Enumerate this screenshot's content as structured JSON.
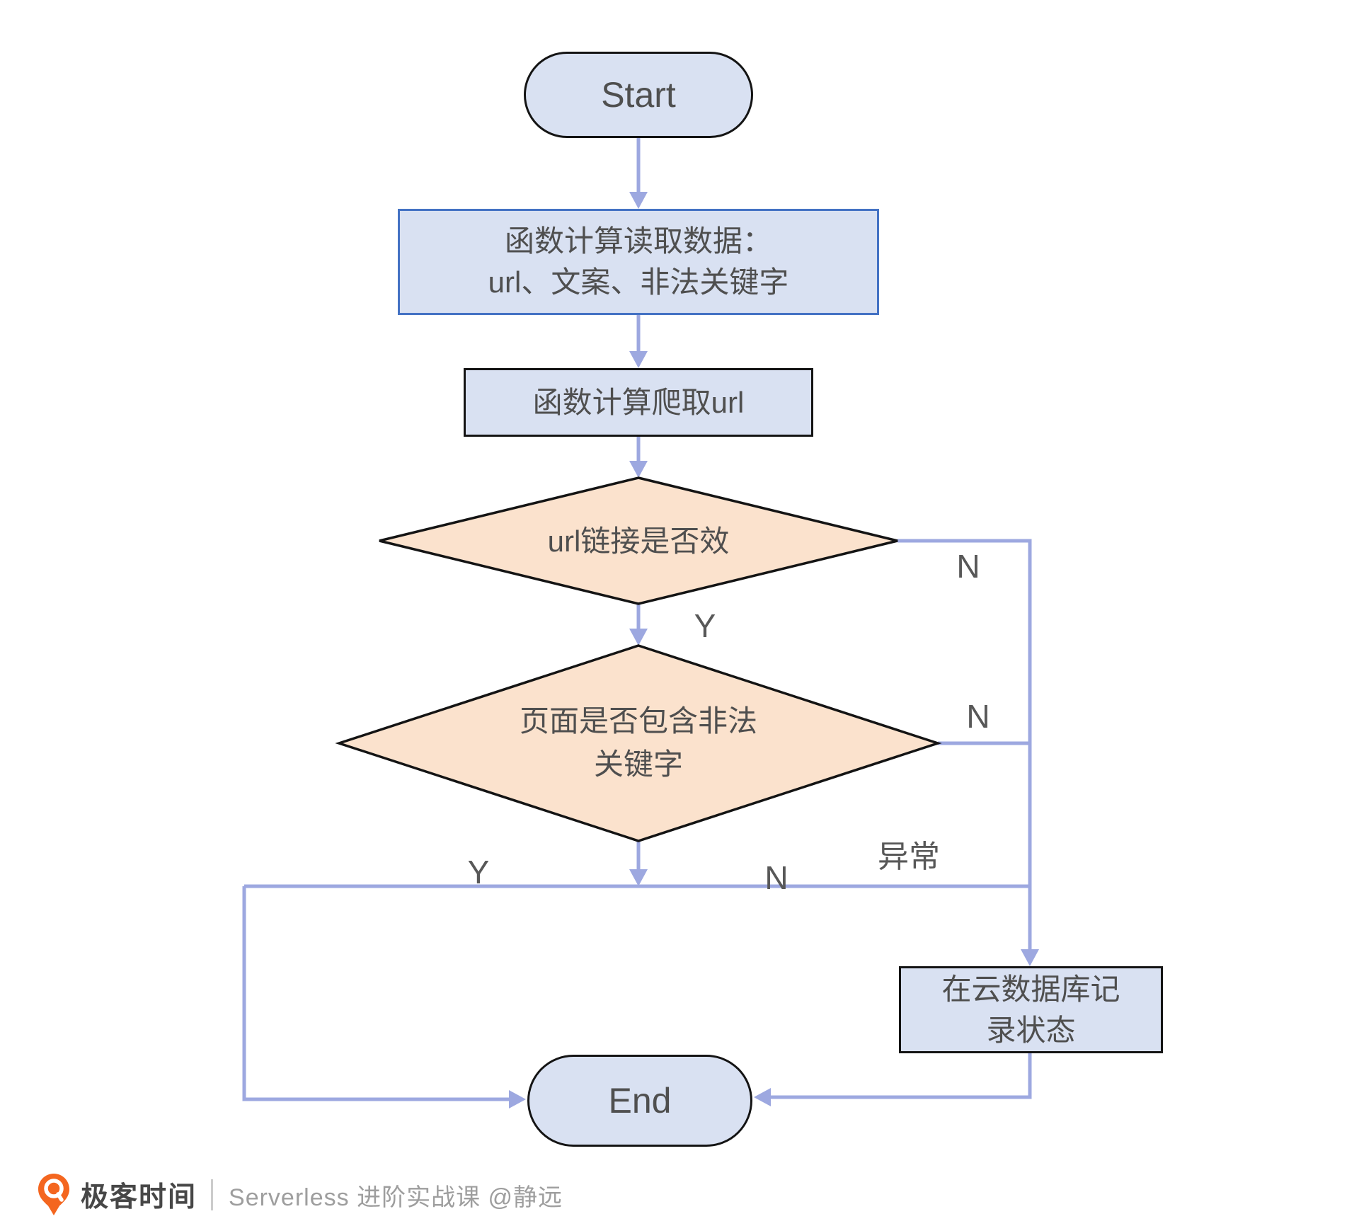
{
  "diagram_title": "serverless-crawl-check-flowchart",
  "nodes": {
    "start": {
      "label": "Start"
    },
    "read_data": {
      "lines": [
        "函数计算读取数据：",
        "url、文案、非法关键字"
      ]
    },
    "crawl_url": {
      "label": "函数计算爬取url"
    },
    "url_valid_decision": {
      "label": "url链接是否效"
    },
    "illegal_keyword_decision": {
      "lines": [
        "页面是否包含非法",
        "关键字"
      ]
    },
    "record_status": {
      "lines": [
        "在云数据库记",
        "录状态"
      ]
    },
    "end": {
      "label": "End"
    }
  },
  "edge_labels": {
    "url_valid_no": "N",
    "url_valid_yes": "Y",
    "illegal_no_right": "N",
    "join_yes": "Y",
    "join_no": "N",
    "exception": "异常"
  },
  "footer": {
    "brand": "极客时间",
    "course": "Serverless 进阶实战课 @静远"
  },
  "colors": {
    "connector": "#9da8e0",
    "process_fill": "#d9e1f2",
    "decision_fill": "#fbe2cd",
    "process_highlight_border": "#4472c4",
    "shape_border": "#141414",
    "node_text": "#4f4f4f",
    "brand_orange": "#f4661f"
  }
}
